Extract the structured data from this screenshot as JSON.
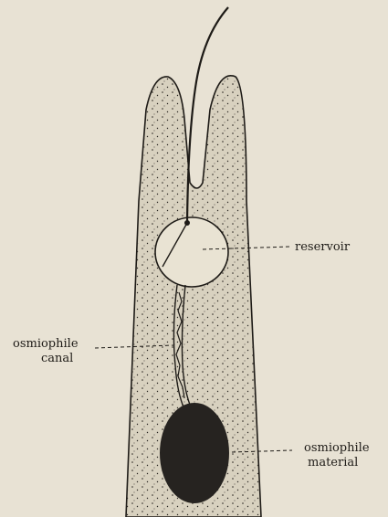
{
  "labels": {
    "reservoir": "reservoir",
    "canal_line1": "osmiophile",
    "canal_line2": "canal",
    "material_line1": "osmiophile",
    "material_line2": "material"
  },
  "colors": {
    "background": "#e8e2d4",
    "cell_fill": "#d8d1bf",
    "ink": "#1e1b17",
    "material": "#262320"
  }
}
